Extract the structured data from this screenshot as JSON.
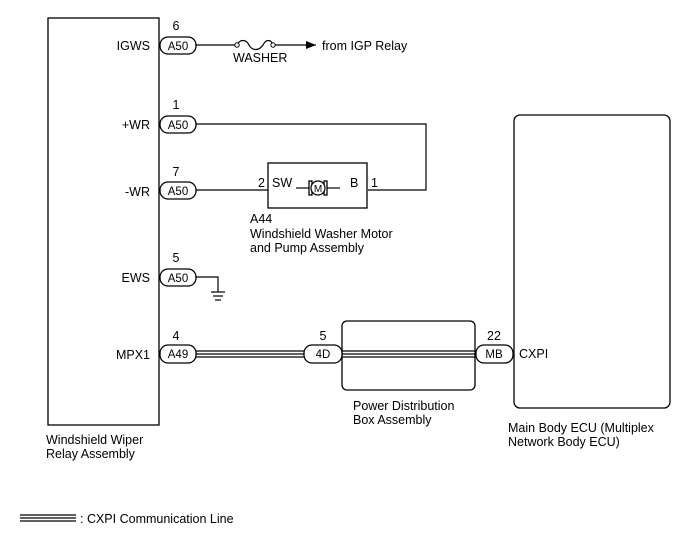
{
  "components": {
    "wiper_relay": {
      "name_line1": "Windshield Wiper",
      "name_line2": "Relay Assembly"
    },
    "washer_motor": {
      "code": "A44",
      "name_line1": "Windshield Washer Motor",
      "name_line2": "and Pump Assembly",
      "pin_sw_number": "2",
      "pin_sw_label": "SW",
      "pin_b_label": "B",
      "pin_b_number": "1",
      "motor_symbol": "M"
    },
    "power_distribution": {
      "name_line1": "Power Distribution",
      "name_line2": "Box Assembly",
      "pin_number": "5",
      "connector": "4D"
    },
    "main_body_ecu": {
      "name_line1": "Main Body ECU (Multiplex",
      "name_line2": "Network Body ECU)",
      "pin_number": "22",
      "connector": "MB",
      "terminal": "CXPI"
    }
  },
  "terminals": [
    {
      "label": "IGWS",
      "pin": "6",
      "connector": "A50"
    },
    {
      "label": "+WR",
      "pin": "1",
      "connector": "A50"
    },
    {
      "label": "-WR",
      "pin": "7",
      "connector": "A50"
    },
    {
      "label": "EWS",
      "pin": "5",
      "connector": "A50"
    },
    {
      "label": "MPX1",
      "pin": "4",
      "connector": "A49"
    }
  ],
  "fuse_label": "WASHER",
  "source_label": "from IGP Relay",
  "legend": {
    "text": ": CXPI Communication Line"
  }
}
